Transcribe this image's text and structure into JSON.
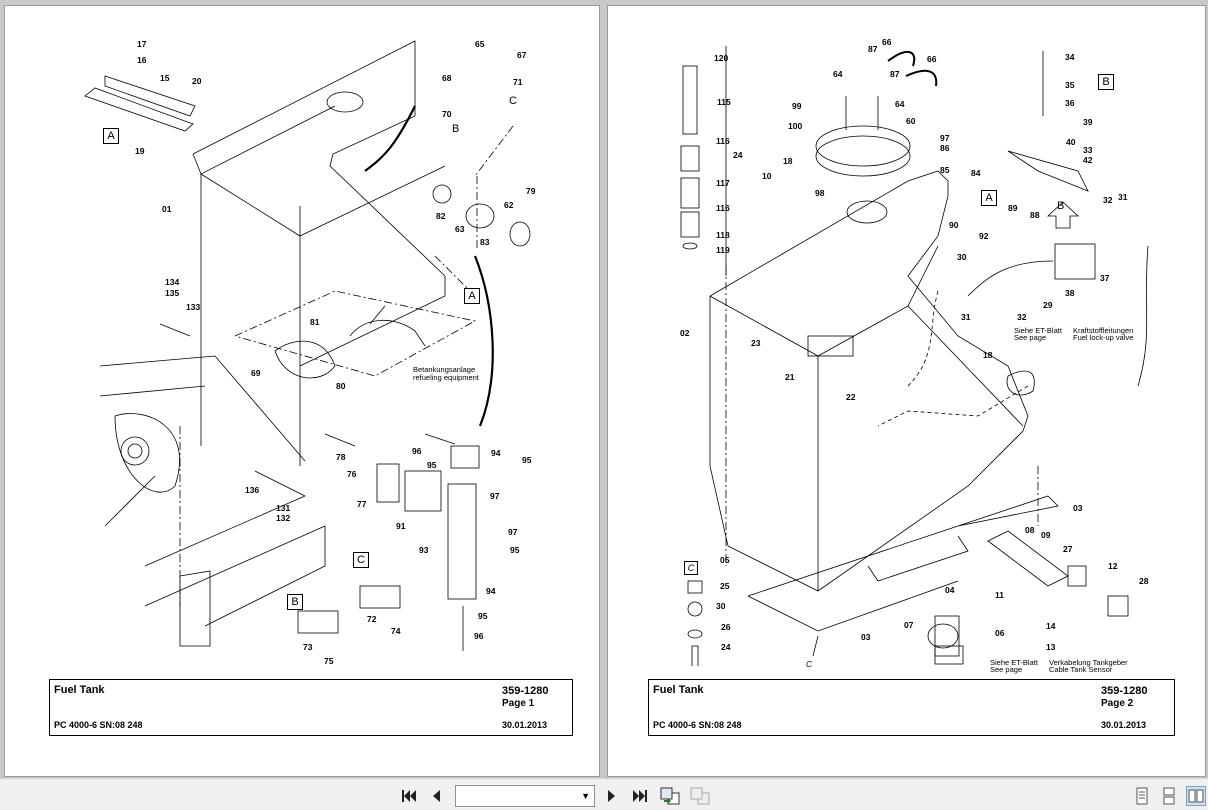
{
  "pages": [
    {
      "title": "Fuel Tank",
      "model": "PC 4000-6 SN:08 248",
      "number": "359-1280",
      "page_label": "Page 1",
      "date": "30.01.2013",
      "box_labels": [
        "A",
        "A",
        "B",
        "C"
      ],
      "notes": [
        "Betankungsanlage",
        "refueling equipment"
      ],
      "callouts": [
        "17",
        "16",
        "15",
        "20",
        "19",
        "65",
        "67",
        "68",
        "71",
        "70",
        "B",
        "C",
        "01",
        "82",
        "63",
        "83",
        "62",
        "79",
        "134",
        "135",
        "133",
        "81",
        "69",
        "80",
        "78",
        "76",
        "96",
        "95",
        "94",
        "97",
        "95",
        "77",
        "91",
        "93",
        "97",
        "95",
        "136",
        "131",
        "132",
        "72",
        "74",
        "73",
        "75",
        "94",
        "95",
        "96"
      ]
    },
    {
      "title": "Fuel Tank",
      "model": "PC 4000-6 SN:08 248",
      "number": "359-1280",
      "page_label": "Page 2",
      "date": "30.01.2013",
      "box_labels": [
        "B",
        "A",
        "C"
      ],
      "notes": [
        "Siehe ET-Blatt",
        "See page",
        "Kraftstoffleitungen",
        "Fuel lock-up valve",
        "Siehe ET-Blatt",
        "See page",
        "Verkabelung Tankgeber",
        "Cable Tank Sensor"
      ],
      "callouts": [
        "120",
        "115",
        "116",
        "117",
        "116",
        "118",
        "119",
        "24",
        "66",
        "87",
        "64",
        "87",
        "64",
        "66",
        "99",
        "100",
        "60",
        "98",
        "18",
        "10",
        "34",
        "35",
        "36",
        "39",
        "40",
        "33",
        "42",
        "97",
        "86",
        "85",
        "84",
        "90",
        "92",
        "89",
        "88",
        "B",
        "32",
        "31",
        "37",
        "30",
        "29",
        "38",
        "32",
        "31",
        "02",
        "23",
        "21",
        "22",
        "18",
        "03",
        "08",
        "09",
        "27",
        "12",
        "28",
        "05",
        "25",
        "30",
        "26",
        "24",
        "04",
        "11",
        "07",
        "06",
        "03",
        "14",
        "13",
        "C"
      ]
    }
  ],
  "toolbar": {
    "page_select_value": "",
    "icons": [
      "first-page-icon",
      "prev-page-icon",
      "next-page-icon",
      "last-page-icon",
      "sync-view-icon",
      "sync-view-disabled-icon",
      "single-page-icon",
      "continuous-page-icon",
      "two-page-icon"
    ]
  }
}
